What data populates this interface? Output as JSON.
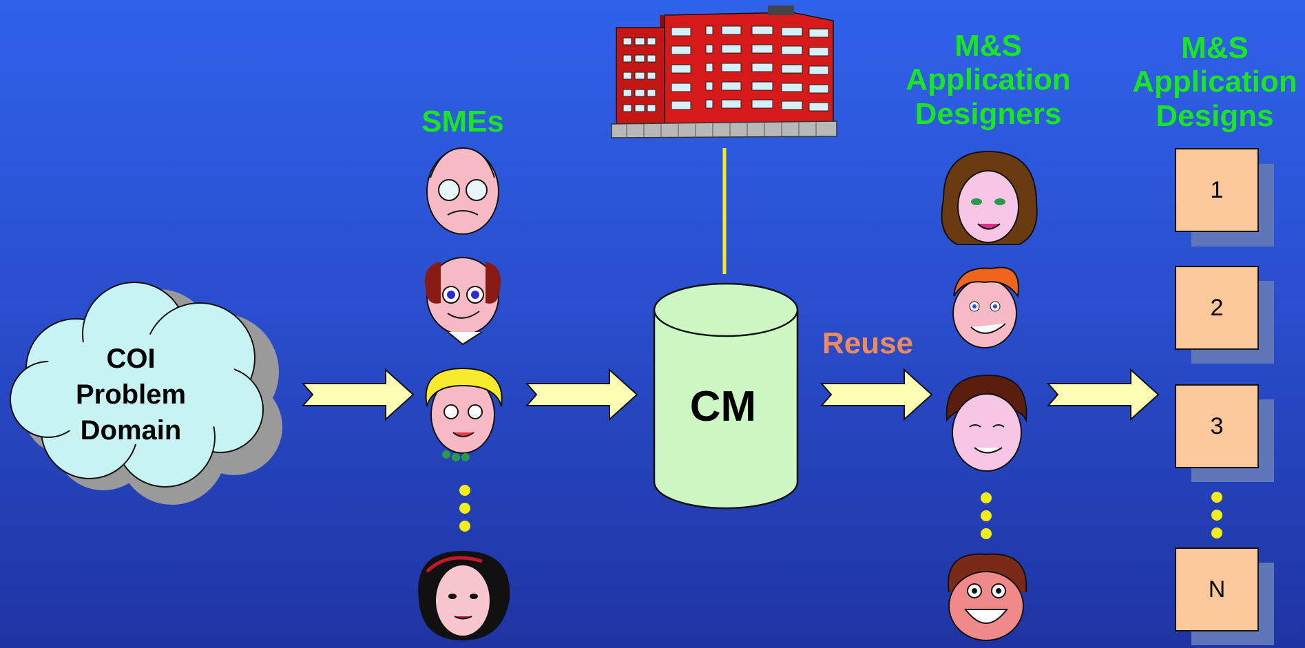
{
  "source": {
    "lines": [
      "COI",
      "Problem",
      "Domain"
    ]
  },
  "smes": {
    "label": "SMEs"
  },
  "repository": {
    "label": "CM"
  },
  "reuse": {
    "label": "Reuse"
  },
  "designers": {
    "lines": [
      "M&S",
      "Application",
      "Designers"
    ]
  },
  "designs": {
    "lines": [
      "M&S",
      "Application",
      "Designs"
    ],
    "items": [
      "1",
      "2",
      "3",
      "N"
    ]
  },
  "colors": {
    "accent_green": "#19e61e",
    "reuse_orange": "#f08a5c",
    "arrow_fill": "#fdfdb4",
    "connector_yellow": "#f4ee18",
    "cylinder_fill": "#cdf8c4",
    "cloud_fill": "#c8f3f3",
    "box_fill": "#fbc89c"
  },
  "icons": [
    "cloud-shape",
    "office-building-icon",
    "database-cylinder-icon",
    "person-face-icon",
    "ellipsis-dots"
  ]
}
